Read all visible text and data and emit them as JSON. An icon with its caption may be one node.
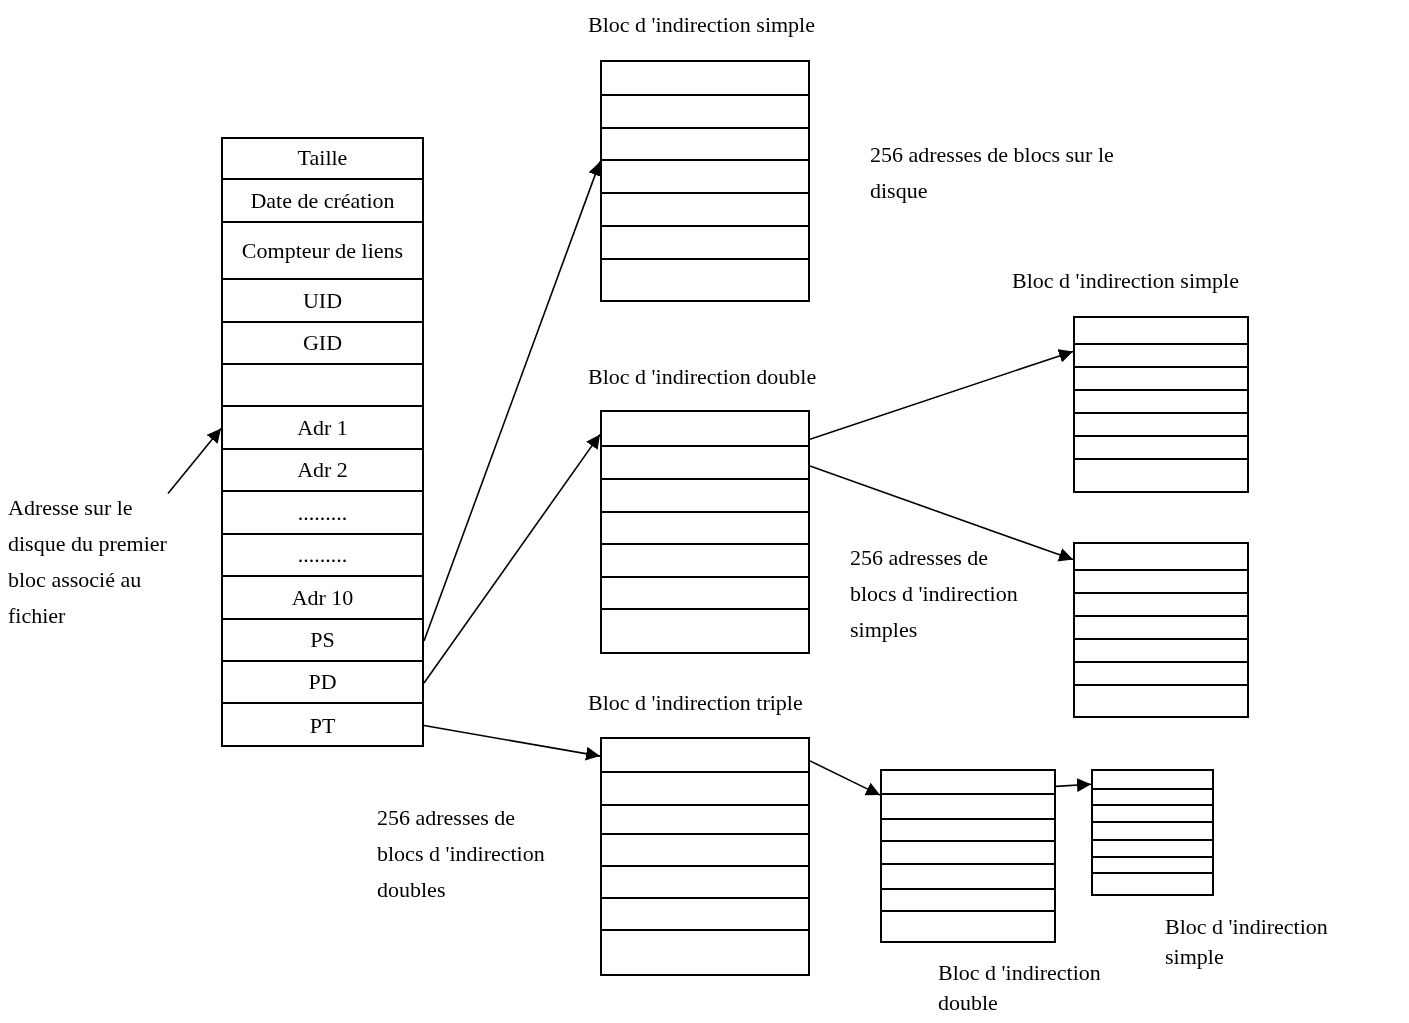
{
  "diagram": {
    "nodes": [
      {
        "text": [],
        "shape": "box"
      },
      {
        "text": [
          "Taille"
        ],
        "in": 0
      },
      {
        "text": [
          "Date de création"
        ],
        "in": 0
      },
      {
        "text": [
          "Compteur de liens"
        ],
        "in": 0
      },
      {
        "text": [
          "UID"
        ],
        "in": 0
      },
      {
        "text": [
          "GID"
        ],
        "in": 0
      },
      {
        "text": [],
        "shape": "box",
        "in": 0
      },
      {
        "text": [
          "Adr 1"
        ],
        "in": 0
      },
      {
        "text": [
          "Adr 2"
        ],
        "in": 0
      },
      {
        "text": [
          "........."
        ],
        "in": 0
      },
      {
        "text": [
          "........."
        ],
        "in": 0
      },
      {
        "text": [
          "Adr 10"
        ],
        "in": 0
      },
      {
        "text": [
          "PS"
        ],
        "in": 0
      },
      {
        "text": [
          "PD"
        ],
        "in": 0
      },
      {
        "text": [
          "PT"
        ],
        "in": 0
      },
      {
        "text": [
          "Adresse sur le disque du premier bloc associé au fichier"
        ]
      },
      {
        "text": [
          "Bloc d 'indirection simple"
        ],
        "beside": [
          "256 adresses de blocs sur le disque"
        ]
      },
      {
        "text": [
          "Bloc d 'indirection double"
        ],
        "beside": [
          "256 adresses de blocs d 'indirection simples"
        ]
      },
      {
        "text": [
          "Bloc d 'indirection simple"
        ]
      },
      {
        "text": [],
        "shape": "box"
      },
      {
        "text": [
          "Bloc d 'indirection triple"
        ],
        "beside": [
          "256 adresses de blocs d 'indirection doubles"
        ]
      },
      {
        "text": [
          "Bloc d 'indirection double"
        ]
      },
      {
        "text": [
          "Bloc d 'indirection simple"
        ]
      }
    ],
    "edges": [
      {
        "from": 15,
        "to": 7,
        "arrow": "to"
      },
      {
        "from": 12,
        "to": 16,
        "arrow": "to"
      },
      {
        "from": 13,
        "to": 17,
        "arrow": "to"
      },
      {
        "from": 14,
        "to": 20,
        "arrow": "to"
      },
      {
        "from": 17,
        "to": 18,
        "arrow": "to"
      },
      {
        "from": 17,
        "to": 19,
        "arrow": "to"
      },
      {
        "from": 20,
        "to": 21,
        "arrow": "to"
      },
      {
        "from": 21,
        "to": 22,
        "arrow": "to"
      }
    ]
  }
}
